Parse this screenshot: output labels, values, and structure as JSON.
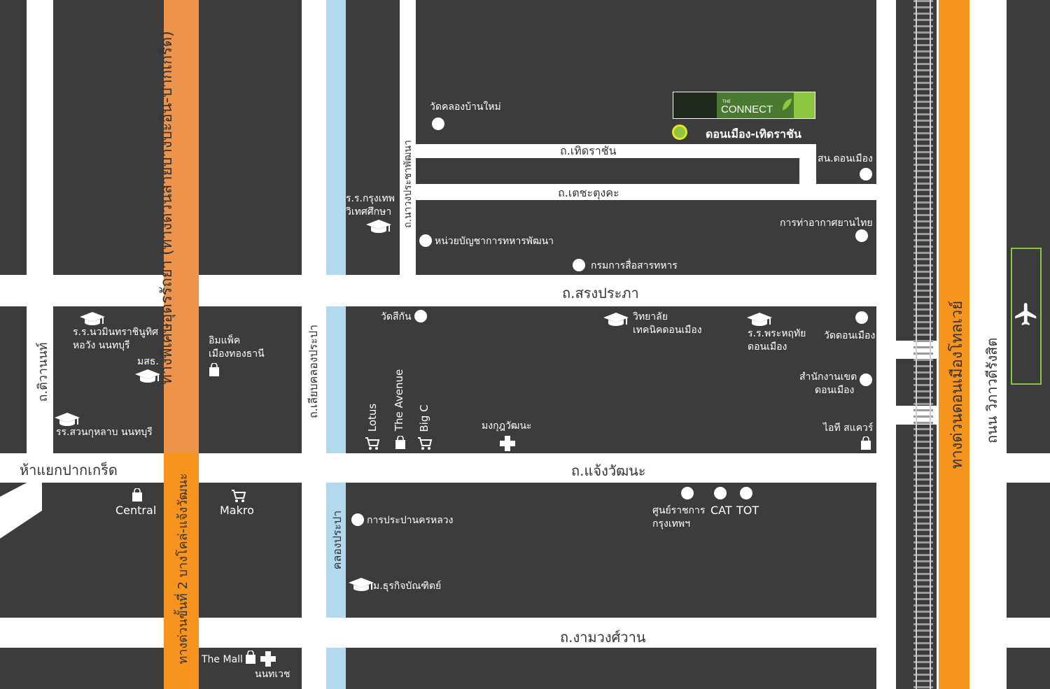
{
  "colors": {
    "block": "#3c3c3c",
    "road": "#ffffff",
    "expressway": "#f7941d",
    "expressway_light": "#ee934a",
    "canal": "#b3d9ee",
    "marker": "#8dc63f",
    "logo_green": "#8dc63f"
  },
  "roads": {
    "thoet_racha": "ถ.เทิดราชัน",
    "techatung": "ถ.เตชะตุงคะ",
    "song_prapha": "ถ.สรงประภา",
    "chaeng_watthana": "ถ.แจ้งวัฒนะ",
    "ngam_wong_wan": "ถ.งามวงศ์วาน",
    "tiwanon": "ถ.ติวานนท์",
    "liap_khlong_prapa": "ถ.เลียบคลองประปา",
    "nawong_pracha": "ถ.นาวงประชาพัฒนา",
    "khlong_prapa": "คลองประปา",
    "vibhavadi": "ถนน วิภาวดีรังสิต",
    "junction_pak_kret": "ห้าแยกปากเกร็ด"
  },
  "expressways": {
    "udon_rattaya": "ทางพิเศษอุดรรัถยา (ทางด่วนสายบางปะอิน-ปากเกร็ด)",
    "second_stage": "ทางด่วนขั้นที่ 2 บางโคล่-แจ้งวัฒนะ",
    "don_mueang_tollway": "ทางด่วนดอนเมืองโทลเวย์"
  },
  "project": {
    "logo_small": "THE",
    "logo_text": "CONNECT",
    "name": "ดอนเมือง-เทิดราชัน"
  },
  "places": {
    "wat_khlong_ban_mai": "วัดคลองบ้านใหม่",
    "police_don_mueang": "สน.ดอนเมือง",
    "school_krungthep_1": "ร.ร.กรุงเทพ",
    "school_krungthep_2": "วิเทศศึกษา",
    "aerothai": "การท่าอากาศยานไทย",
    "military_unit": "หน่วยบัญชาการทหารพัฒนา",
    "signal_dept": "กรมการสื่อสารทหาร",
    "wat_si_kan": "วัดสีกัน",
    "tech_college_1": "วิทยาลัย",
    "tech_college_2": "เทคนิคดอนเมือง",
    "phra_hruthai_1": "ร.ร.พระหฤทัย",
    "phra_hruthai_2": "ดอนเมือง",
    "wat_don_mueang": "วัดดอนเมือง",
    "district_office_1": "สำนักงานเขต",
    "district_office_2": "ดอนเมือง",
    "it_square": "ไอที สแควร์",
    "mongkut_wattana": "มงกุฎวัฒนะ",
    "lotus": "Lotus",
    "the_avenue": "The Avenue",
    "big_c": "Big C",
    "nawamin_1": "ร.ร.นวมินทราชินูทิศ",
    "nawamin_2": "หอวัง นนทบุรี",
    "stou": "มสธ.",
    "suankularb": "รร.สวนกุหลาบ นนทบุรี",
    "impact_1": "อิมแพ็ค",
    "impact_2": "เมืองทองธานี",
    "central": "Central",
    "makro": "Makro",
    "govt_center_1": "ศูนย์ราชการ",
    "govt_center_2": "กรุงเทพฯ",
    "cat": "CAT",
    "tot": "TOT",
    "mwa": "การประปานครหลวง",
    "dpu": "ม.ธุรกิจบัณฑิตย์",
    "the_mall": "The Mall",
    "nonthavej": "นนทเวช"
  }
}
